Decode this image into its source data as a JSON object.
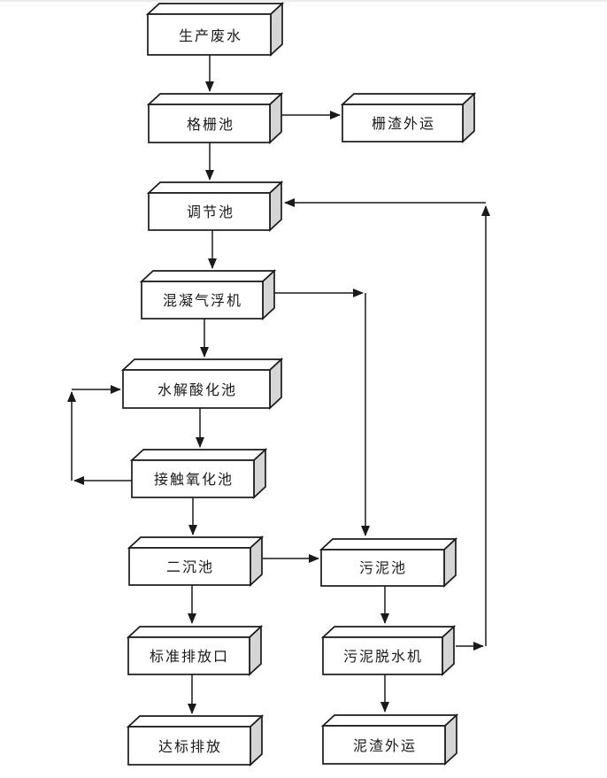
{
  "page": {
    "background": "#ffffff"
  },
  "diagram": {
    "type": "flowchart",
    "direction": "top-down",
    "stroke_color": "#1a1a1a",
    "box_fill": "#ffffff",
    "box_side_fill": "#d5d5d5",
    "text_color": "#1a1a1a",
    "nodes": [
      {
        "id": "production-wastewater",
        "label": "生产废水"
      },
      {
        "id": "grid-tank",
        "label": "格栅池"
      },
      {
        "id": "screenings-hauled-away",
        "label": "栅渣外运"
      },
      {
        "id": "regulating-tank",
        "label": "调节池"
      },
      {
        "id": "coagulation-air-flotation-machine",
        "label": "混凝气浮机"
      },
      {
        "id": "hydrolysis-acidification-tank",
        "label": "水解酸化池"
      },
      {
        "id": "contact-oxidation-tank",
        "label": "接触氧化池"
      },
      {
        "id": "secondary-sedimentation-tank",
        "label": "二沉池"
      },
      {
        "id": "sludge-tank",
        "label": "污泥池"
      },
      {
        "id": "standard-discharge-outlet",
        "label": "标准排放口"
      },
      {
        "id": "sludge-dewatering-machine",
        "label": "污泥脱水机"
      },
      {
        "id": "standard-compliant-discharge",
        "label": "达标排放"
      },
      {
        "id": "mud-residue-hauled-away",
        "label": "泥渣外运"
      }
    ],
    "edges": [
      {
        "from": "生产废水",
        "to": "格栅池"
      },
      {
        "from": "格栅池",
        "to": "栅渣外运"
      },
      {
        "from": "格栅池",
        "to": "调节池"
      },
      {
        "from": "调节池",
        "to": "混凝气浮机"
      },
      {
        "from": "混凝气浮机",
        "to": "水解酸化池"
      },
      {
        "from": "混凝气浮机",
        "to": "污泥池"
      },
      {
        "from": "水解酸化池",
        "to": "接触氧化池"
      },
      {
        "from": "接触氧化池",
        "to": "水解酸化池"
      },
      {
        "from": "接触氧化池",
        "to": "二沉池"
      },
      {
        "from": "二沉池",
        "to": "标准排放口"
      },
      {
        "from": "二沉池",
        "to": "污泥池"
      },
      {
        "from": "标准排放口",
        "to": "达标排放"
      },
      {
        "from": "污泥池",
        "to": "污泥脱水机"
      },
      {
        "from": "污泥脱水机",
        "to": "泥渣外运"
      },
      {
        "from": "污泥脱水机",
        "to": "调节池"
      }
    ]
  }
}
